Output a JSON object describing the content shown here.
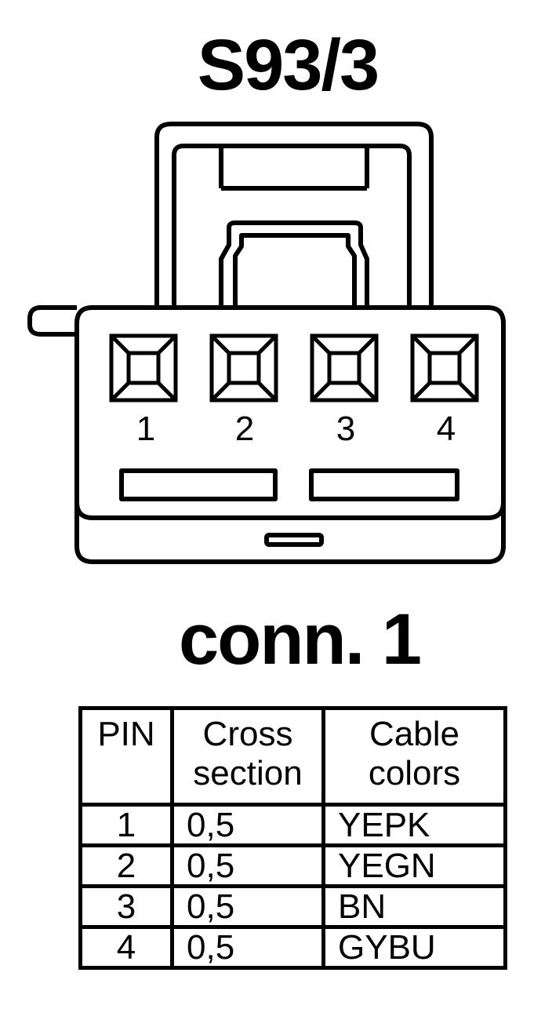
{
  "connector_title": "S93/3",
  "conn_label": "conn. 1",
  "pin_numbers": [
    "1",
    "2",
    "3",
    "4"
  ],
  "table": {
    "headers": {
      "pin": "PIN",
      "cross_line1": "Cross",
      "cross_line2": "section",
      "cable_line1": "Cable",
      "cable_line2": "colors"
    },
    "rows": [
      {
        "pin": "1",
        "cross": "0,5",
        "color": "YEPK"
      },
      {
        "pin": "2",
        "cross": "0,5",
        "color": "YEGN"
      },
      {
        "pin": "3",
        "cross": "0,5",
        "color": "BN"
      },
      {
        "pin": "4",
        "cross": "0,5",
        "color": "GYBU"
      }
    ]
  }
}
